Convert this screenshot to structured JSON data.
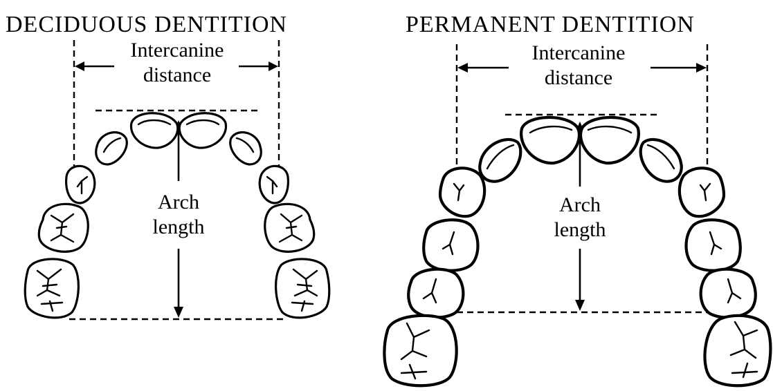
{
  "panels": {
    "deciduous": {
      "title": "DECIDUOUS DENTITION",
      "intercanine_line1": "Intercanine",
      "intercanine_line2": "distance",
      "arch_line1": "Arch",
      "arch_line2": "length"
    },
    "permanent": {
      "title": "PERMANENT DENTITION",
      "intercanine_line1": "Intercanine",
      "intercanine_line2": "distance",
      "arch_line1": "Arch",
      "arch_line2": "length"
    }
  }
}
